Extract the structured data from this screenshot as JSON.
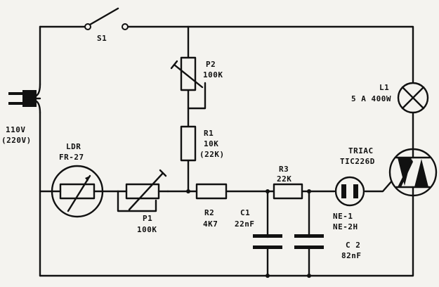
{
  "labels": {
    "s1": "S1",
    "supply_a": "110V",
    "supply_b": "(220V)",
    "ldr_a": "LDR",
    "ldr_b": "FR-27",
    "p1_a": "P1",
    "p1_b": "100K",
    "p2_a": "P2",
    "p2_b": "100K",
    "r1_a": "R1",
    "r1_b": "10K",
    "r1_c": "(22K)",
    "r2_a": "R2",
    "r2_b": "4K7",
    "r3_a": "R3",
    "r3_b": "22K",
    "c1_a": "C1",
    "c1_b": "22nF",
    "c2_a": "C 2",
    "c2_b": "82nF",
    "ne_a": "NE-1",
    "ne_b": "NE-2H",
    "l1_a": "L1",
    "l1_b": "5 A 400W",
    "triac_a": "TRIAC",
    "triac_b": "TIC226D"
  }
}
